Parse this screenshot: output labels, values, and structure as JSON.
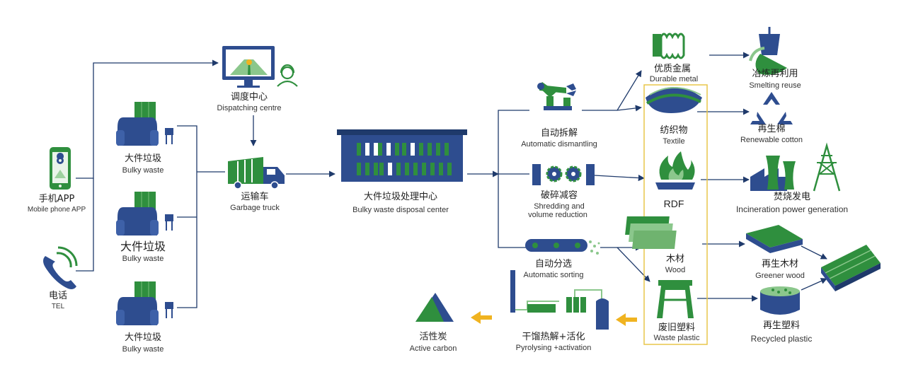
{
  "sources": {
    "app": {
      "zh": "手机APP",
      "en": "Mobile phone APP"
    },
    "tel": {
      "zh": "电话",
      "en": "TEL"
    }
  },
  "dispatch": {
    "zh": "调度中心",
    "en": "Dispatching centre"
  },
  "bulky_1": {
    "zh": "大件垃圾",
    "en": "Bulky waste"
  },
  "bulky_2": {
    "zh": "大件垃圾",
    "en": "Bulky waste"
  },
  "bulky_3": {
    "zh": "大件垃圾",
    "en": "Bulky waste"
  },
  "truck": {
    "zh": "运输车",
    "en": "Garbage truck"
  },
  "center": {
    "zh": "大件垃圾处理中心",
    "en": "Bulky waste disposal center"
  },
  "processes": {
    "dismantling": {
      "zh": "自动拆解",
      "en": "Automatic dismantling"
    },
    "shredding": {
      "zh": "破碎减容",
      "en1": "Shredding and",
      "en2": "volume reduction"
    },
    "sorting": {
      "zh": "自动分选",
      "en": "Automatic sorting"
    },
    "pyrolysis": {
      "zh": "干馏热解+活化",
      "en": "Pyrolysing +activation"
    },
    "carbon": {
      "zh": "活性炭",
      "en": "Active carbon"
    }
  },
  "materials": {
    "metal": {
      "zh": "优质金属",
      "en": "Durable metal"
    },
    "textile": {
      "zh": "纺织物",
      "en": "Textile"
    },
    "rdf": {
      "en": "RDF"
    },
    "wood": {
      "zh": "木材",
      "en": "Wood"
    },
    "plastic": {
      "zh": "废旧塑料",
      "en": "Waste plastic"
    }
  },
  "outputs": {
    "smelting": {
      "zh": "冶炼再利用",
      "en": "Smelting reuse"
    },
    "cotton": {
      "zh": "再生棉",
      "en": "Renewable cotton"
    },
    "power": {
      "zh": "焚烧发电",
      "en": "Incineration power generation"
    },
    "wood": {
      "zh": "再生木材",
      "en": "Greener wood"
    },
    "plastic": {
      "zh": "再生塑料",
      "en": "Recycled plastic"
    }
  },
  "colors": {
    "navy": "#2e4d8f",
    "green": "#2f8f3e",
    "arrow": "#1f3a6b",
    "yellow_arrow": "#f0b320",
    "frame": "#e8c64a"
  },
  "icons": [
    "smartphone-icon",
    "phone-icon",
    "monitor-icon",
    "operator-icon",
    "sofa-icon",
    "truck-icon",
    "factory-icon",
    "robot-arm-icon",
    "shredder-icon",
    "conveyor-icon",
    "pyrolysis-plant-icon",
    "carbon-pile-icon",
    "metal-coil-icon",
    "textile-icon",
    "fire-icon",
    "wood-board-icon",
    "stool-icon",
    "ladle-icon",
    "recycle-icon",
    "power-plant-icon",
    "pallet-icon",
    "decking-icon",
    "plastic-pellets-icon"
  ]
}
